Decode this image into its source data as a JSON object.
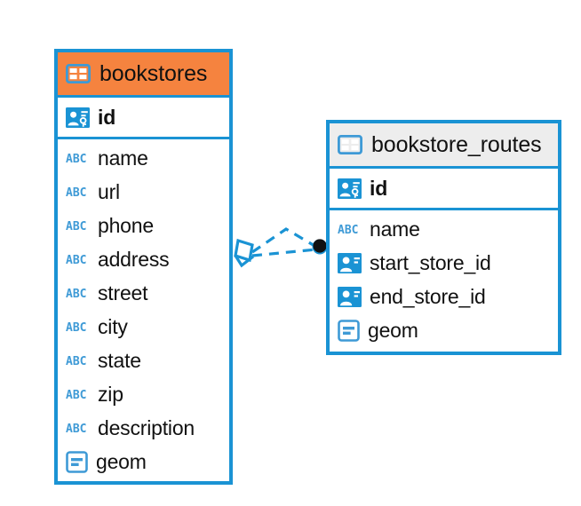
{
  "diagram": {
    "title": "database-er-diagram",
    "background": "#ffffff",
    "accent_blue": "#1a93d4",
    "accent_orange": "#f5833f",
    "header_grey": "#ededed"
  },
  "entities": [
    {
      "name": "bookstores",
      "header_icon": "table-icon",
      "header_style": "accent-orange",
      "attributes": [
        {
          "label": "id",
          "icon": "primary-key-icon",
          "kind": "pk"
        },
        {
          "label": "name",
          "icon": "abc-text-icon",
          "kind": "text"
        },
        {
          "label": "url",
          "icon": "abc-text-icon",
          "kind": "text"
        },
        {
          "label": "phone",
          "icon": "abc-text-icon",
          "kind": "text"
        },
        {
          "label": "address",
          "icon": "abc-text-icon",
          "kind": "text"
        },
        {
          "label": "street",
          "icon": "abc-text-icon",
          "kind": "text"
        },
        {
          "label": "city",
          "icon": "abc-text-icon",
          "kind": "text"
        },
        {
          "label": "state",
          "icon": "abc-text-icon",
          "kind": "text"
        },
        {
          "label": "zip",
          "icon": "abc-text-icon",
          "kind": "text"
        },
        {
          "label": "description",
          "icon": "abc-text-icon",
          "kind": "text"
        },
        {
          "label": "geom",
          "icon": "geometry-icon",
          "kind": "geom"
        }
      ]
    },
    {
      "name": "bookstore_routes",
      "header_icon": "table-icon",
      "header_style": "accent-grey",
      "attributes": [
        {
          "label": "id",
          "icon": "primary-key-icon",
          "kind": "pk"
        },
        {
          "label": "name",
          "icon": "abc-text-icon",
          "kind": "text"
        },
        {
          "label": "start_store_id",
          "icon": "foreign-key-icon",
          "kind": "fk"
        },
        {
          "label": "end_store_id",
          "icon": "foreign-key-icon",
          "kind": "fk"
        },
        {
          "label": "geom",
          "icon": "geometry-icon",
          "kind": "geom"
        }
      ]
    }
  ],
  "relationship": {
    "line_style": "dashed",
    "line_color": "#1a93d4",
    "source_marker": "crows-foot-diamond",
    "target_marker": "filled-circle",
    "target_marker_color": "#111111",
    "source_entity": "bookstores",
    "target_entity": "bookstore_routes"
  }
}
